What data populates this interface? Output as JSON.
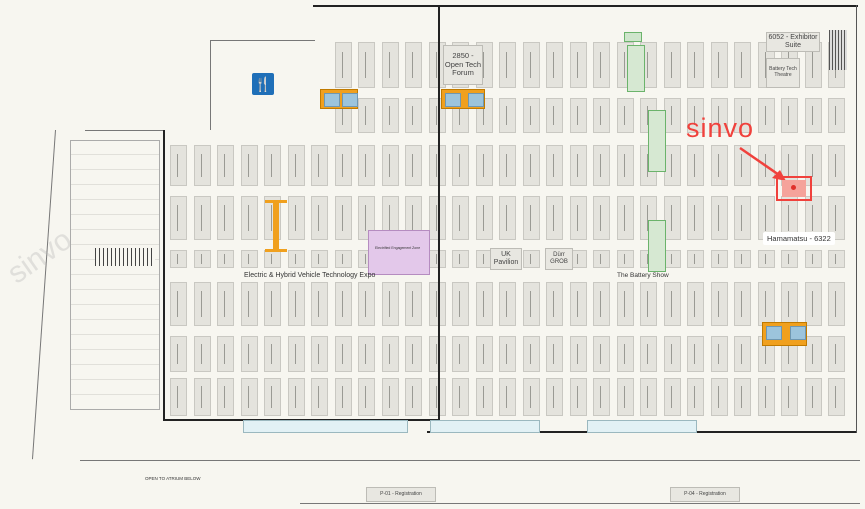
{
  "map": {
    "features": {
      "open_tech_forum": "2850 - Open Tech Forum",
      "exhibitor_suite": "6052 - Exhibitor Suite",
      "battery_tech_theatre": "Battery Tech Theatre",
      "uk_pavilion": "UK Pavilion",
      "durr_grob": "Dürr GROB",
      "ev_expo": "Electric & Hybrid Vehicle Technology Expo",
      "battery_show": "The Battery Show",
      "engagement_zone": "Electrified Engagement Zone",
      "open_to_atrium": "OPEN TO ATRIUM BELOW",
      "reg_p01": "P-01 - Registration",
      "reg_p04": "P-04 - Registration"
    },
    "annotation": {
      "watermark": "sinvo",
      "tooltip": "Hamamatsu - 6322",
      "color": "#f0413c"
    },
    "icons": {
      "restaurant": "fork-knife-icon"
    },
    "colors": {
      "booth": "#e4e3dd",
      "feature": "#f0a01e",
      "zone": "#e3c8ea",
      "pavilion": "#9cc4dc"
    }
  }
}
